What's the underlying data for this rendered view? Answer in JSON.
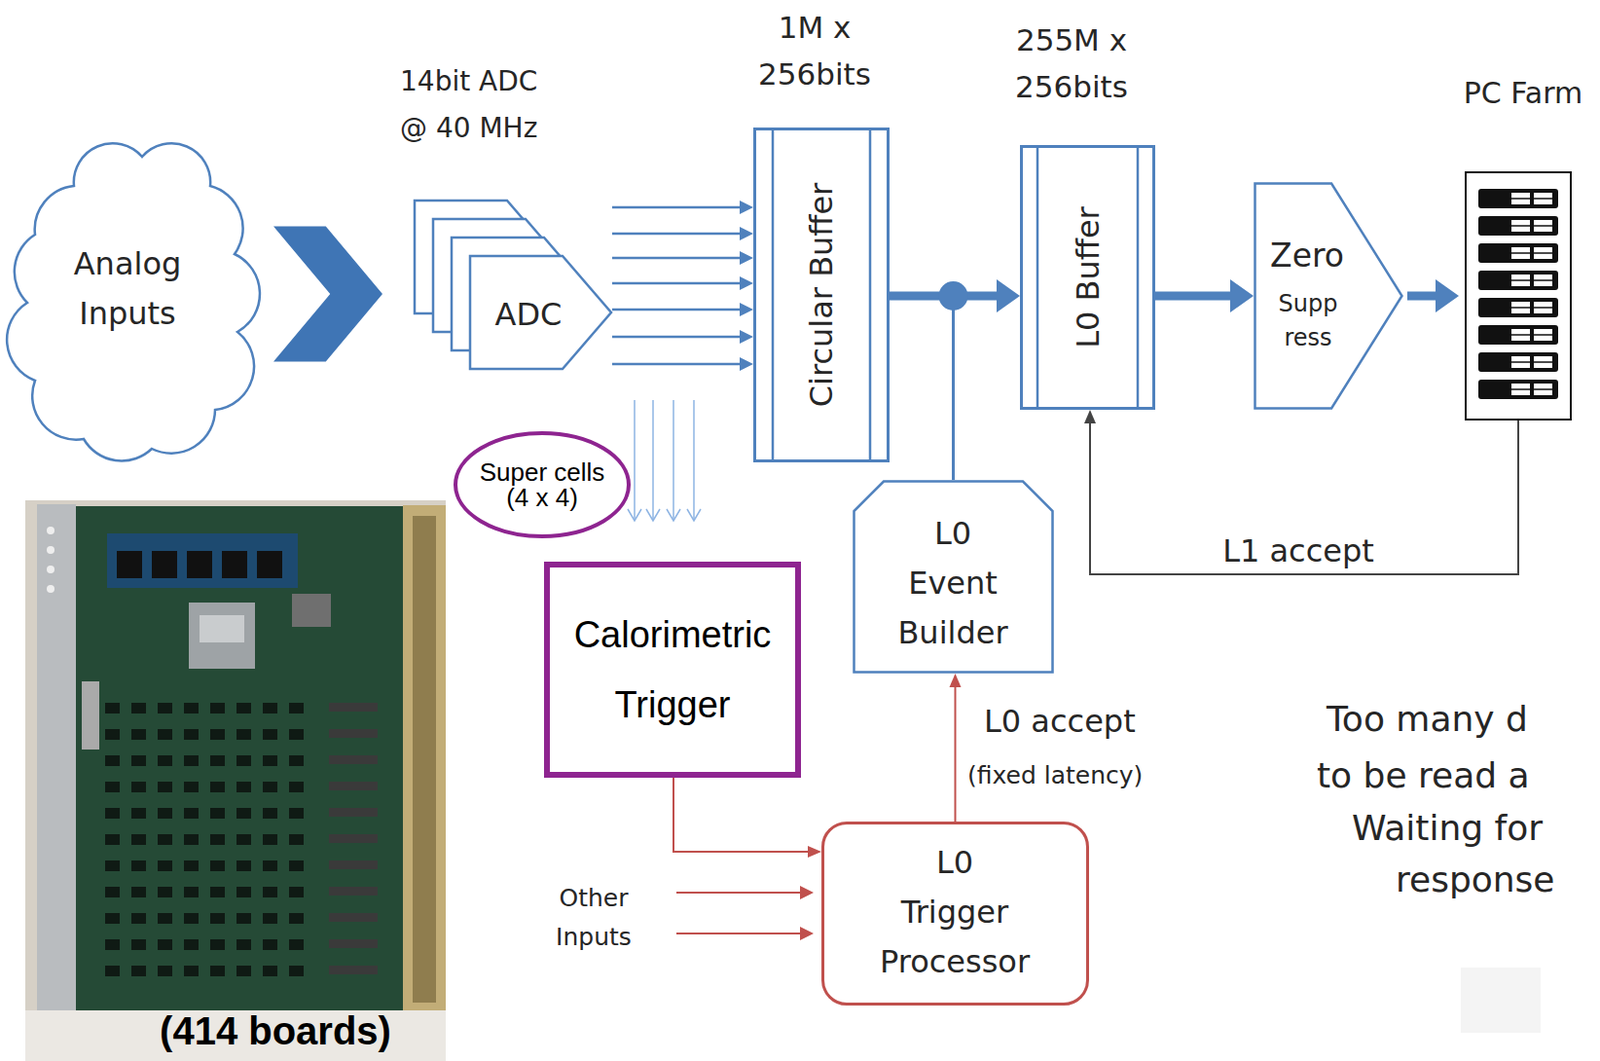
{
  "diagram": {
    "nodes": [
      {
        "text": [
          "Analog Inputs"
        ]
      },
      {
        "text": [
          "ADC"
        ]
      },
      {
        "text": [
          "Circular Buffer"
        ]
      },
      {
        "text": [
          "L0 Buffer"
        ]
      },
      {
        "text": [
          "Zero",
          "Supp ress"
        ]
      },
      {
        "text": [
          "PC Farm"
        ]
      },
      {
        "text": [
          "Super cells (4 x 4)"
        ]
      },
      {
        "text": [
          "Calorimetric Trigger"
        ]
      },
      {
        "text": [
          "L0 Event Builder"
        ]
      },
      {
        "text": [
          "L0 Trigger Processor"
        ]
      }
    ],
    "edges": [
      {
        "from": 0,
        "to": 1,
        "arrow": "to"
      },
      {
        "from": 1,
        "to": 2,
        "arrow": "to"
      },
      {
        "from": 1,
        "to": 2,
        "arrow": "to"
      },
      {
        "from": 1,
        "to": 2,
        "arrow": "to"
      },
      {
        "from": 1,
        "to": 2,
        "arrow": "to"
      },
      {
        "from": 1,
        "to": 2,
        "arrow": "to"
      },
      {
        "from": 1,
        "to": 2,
        "arrow": "to"
      },
      {
        "from": 1,
        "to": 2,
        "arrow": "to"
      },
      {
        "from": 2,
        "to": 3,
        "arrow": "to"
      },
      {
        "from": 8,
        "to": 3,
        "arrow": "none"
      },
      {
        "from": 3,
        "to": 4,
        "arrow": "to"
      },
      {
        "from": 4,
        "to": 5,
        "arrow": "to"
      },
      {
        "from": 5,
        "to": 3,
        "label": "L1 accept",
        "arrow": "to"
      },
      {
        "from": 9,
        "to": 8,
        "label": "L0 accept",
        "arrow": "to"
      },
      {
        "from": 7,
        "to": 9,
        "arrow": "to"
      }
    ],
    "labels": [
      "14bit ADC @ 40 MHz",
      "1M x 256bits",
      "255M x 256bits",
      "(fixed latency)",
      "Other Inputs",
      "(414 boards)",
      "Too many d",
      "to be read a",
      "Waiting for",
      "response"
    ]
  }
}
